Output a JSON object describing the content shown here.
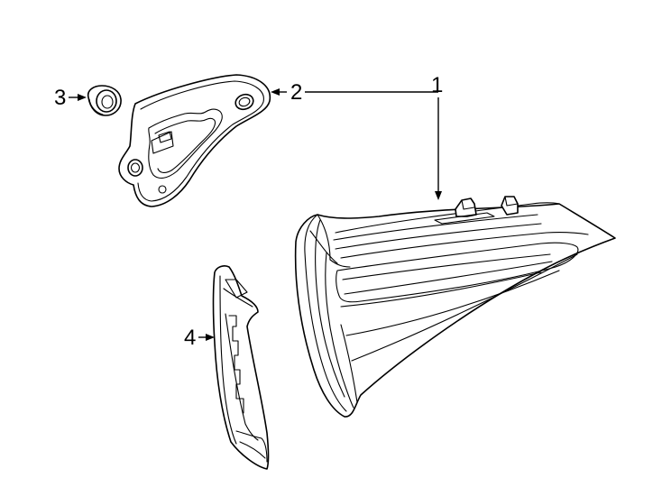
{
  "callouts": [
    {
      "id": "1",
      "label": "1"
    },
    {
      "id": "2",
      "label": "2"
    },
    {
      "id": "3",
      "label": "3"
    },
    {
      "id": "4",
      "label": "4"
    }
  ],
  "colors": {
    "line": "#000000",
    "background": "#ffffff"
  }
}
